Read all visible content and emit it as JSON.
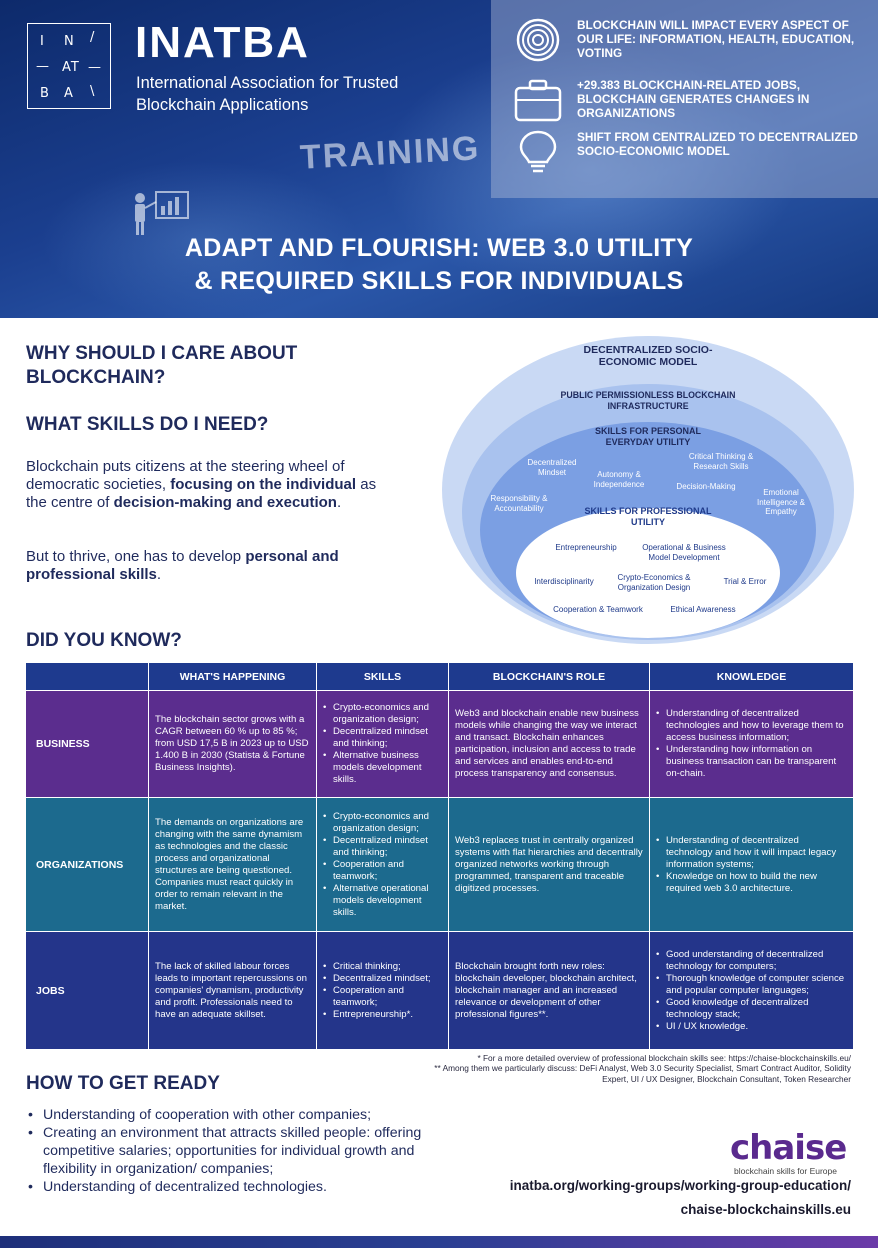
{
  "header": {
    "logo_letters": [
      "I",
      "N",
      "/",
      "—",
      "AT",
      "—",
      "B",
      "A",
      "\\"
    ],
    "brand_name": "INATBA",
    "brand_subtitle": "International Association for Trusted Blockchain Applications",
    "training_label": "TRAINING",
    "facts": [
      {
        "icon": "fingerprint-icon",
        "text": "Blockchain will impact every aspect of our life: Information, Health, Education, Voting"
      },
      {
        "icon": "briefcase-icon",
        "text": "+29.383 blockchain-related jobs, Blockchain generates changes in organizations"
      },
      {
        "icon": "lightbulb-icon",
        "text": "Shift from centralized to decentralized socio-economic model"
      }
    ],
    "title_line1": "ADAPT AND FLOURISH: WEB 3.0 UTILITY",
    "title_line2": "& REQUIRED SKILLS FOR INDIVIDUALS"
  },
  "intro": {
    "why_heading": "WHY SHOULD I CARE ABOUT BLOCKCHAIN?",
    "skills_heading": "WHAT SKILLS DO I NEED?",
    "p1_a": "Blockchain puts citizens at the steering wheel of democratic societies, ",
    "p1_b": "focusing on the individual",
    "p1_c": " as the centre of ",
    "p1_d": "decision-making and execution",
    "p1_e": ".",
    "p2_a": "But to thrive, one has to develop ",
    "p2_b": "personal and professional skills",
    "p2_c": "."
  },
  "diagram": {
    "outer_label": "DECENTRALIZED SOCIO-ECONOMIC MODEL",
    "infra_label": "PUBLIC PERMISSIONLESS BLOCKCHAIN INFRASTRUCTURE",
    "personal_label": "SKILLS FOR PERSONAL EVERYDAY UTILITY",
    "personal_skills": {
      "decentralized_mindset": "Decentralized Mindset",
      "autonomy": "Autonomy & Independence",
      "critical_thinking": "Critical Thinking & Research Skills",
      "decision_making": "Decision-Making",
      "responsibility": "Responsibility & Accountability",
      "emotional": "Emotional Intelligence & Empathy"
    },
    "professional_label": "SKILLS FOR PROFESSIONAL UTILITY",
    "professional_skills": {
      "entrepreneurship": "Entrepreneurship",
      "operational": "Operational & Business Model Development",
      "interdisciplinarity": "Interdisciplinarity",
      "crypto_economics": "Crypto-Economics & Organization Design",
      "trial_error": "Trial & Error",
      "cooperation": "Cooperation & Teamwork",
      "ethical": "Ethical Awareness"
    }
  },
  "did_you_know": {
    "heading": "DID YOU KNOW?",
    "columns": [
      "",
      "WHAT'S HAPPENING",
      "SKILLS",
      "BLOCKCHAIN'S ROLE",
      "KNOWLEDGE"
    ],
    "rows": [
      {
        "label": "BUSINESS",
        "happening": "The blockchain sector grows with a CAGR between 60 % up to 85 %; from USD 17,5 B in 2023 up to USD 1.400 B in 2030 (Statista & Fortune Business Insights).",
        "skills": [
          "Crypto-economics and organization design;",
          "Decentralized mindset and thinking;",
          "Alternative business models development skills."
        ],
        "role": "Web3 and blockchain enable new business models while changing the way we interact and transact. Blockchain enhances participation, inclusion and access to trade and services and enables end-to-end process transparency and consensus.",
        "knowledge": [
          "Understanding of decentralized technologies and how to leverage them to access business information;",
          "Understanding how information on business transaction can be transparent on-chain."
        ]
      },
      {
        "label": "ORGANIZATIONS",
        "happening": "The demands on organizations are changing with the same dynamism as technologies and the classic process and organizational structures are being questioned. Companies must react quickly in order to remain relevant in the market.",
        "skills": [
          "Crypto-economics and organization design;",
          "Decentralized mindset and thinking;",
          "Cooperation and teamwork;",
          "Alternative operational models development skills."
        ],
        "role": "Web3 replaces trust in centrally organized systems with flat hierarchies and decentrally organized networks working through programmed, transparent and traceable digitized processes.",
        "knowledge": [
          "Understanding of decentralized technology and how it will impact legacy information systems;",
          "Knowledge on how to build the new required web 3.0 architecture."
        ]
      },
      {
        "label": "JOBS",
        "happening": "The lack of skilled labour forces leads to important repercussions on companies' dynamism, productivity and profit. Professionals need to have an adequate skillset.",
        "skills": [
          "Critical thinking;",
          "Decentralized mindset;",
          "Cooperation and teamwork;",
          "Entrepreneurship*."
        ],
        "role": "Blockchain brought forth new roles: blockchain developer, blockchain architect, blockchain manager and an increased relevance or development of other professional figures**.",
        "knowledge": [
          "Good understanding of decentralized technology for computers;",
          "Thorough knowledge of computer science and popular computer languages;",
          "Good knowledge of decentralized technology stack;",
          "UI / UX knowledge."
        ]
      }
    ],
    "footnote1": "* For a more detailed overview of professional blockchain skills see: https://chaise-blockchainskills.eu/",
    "footnote2": "** Among them we particularly discuss: DeFi Analyst, Web 3.0 Security Specialist, Smart Contract Auditor, Solidity Expert, UI / UX Designer, Blockchain Consultant, Token Researcher"
  },
  "how_to": {
    "heading": "HOW TO GET READY",
    "items": [
      "Understanding of cooperation with other companies;",
      "Creating an environment that attracts skilled people: offering competitive salaries; opportunities for individual growth and flexibility in organization/ companies;",
      "Understanding of decentralized technologies."
    ]
  },
  "footer": {
    "chaise_word": "chaise",
    "chaise_tagline": "blockchain skills for Europe",
    "link1": "inatba.org/working-groups/working-group-education/",
    "link2": "chaise-blockchainskills.eu"
  },
  "colors": {
    "navy": "#1f2a5c",
    "business_row": "#5b2d8e",
    "organizations_row": "#1c6a8e",
    "jobs_row": "#24358a",
    "table_header": "#1e3a8e"
  }
}
